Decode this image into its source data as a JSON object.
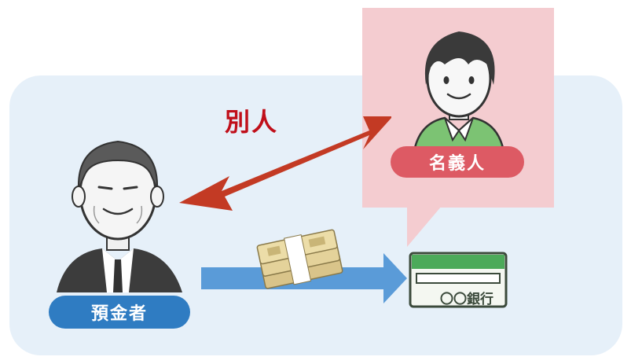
{
  "labels": {
    "relation": "別人",
    "nominee": "名義人",
    "depositor": "預金者",
    "bank": "〇〇銀行"
  },
  "colors": {
    "panel_bg": "#e6f0f9",
    "nominee_bubble": "#f4ccd0",
    "depositor_pill": "#2f7cc2",
    "nominee_pill": "#dd5a64",
    "relation_arrow": "#c33a24",
    "transfer_arrow": "#5a9bd8",
    "bank_card": "#4caa5a",
    "relation_text": "#c00f1a"
  },
  "icons": {
    "depositor": "older-man-in-suit-icon",
    "nominee": "young-man-icon",
    "money": "bundled-cash-icon",
    "bank": "bank-card-icon"
  }
}
